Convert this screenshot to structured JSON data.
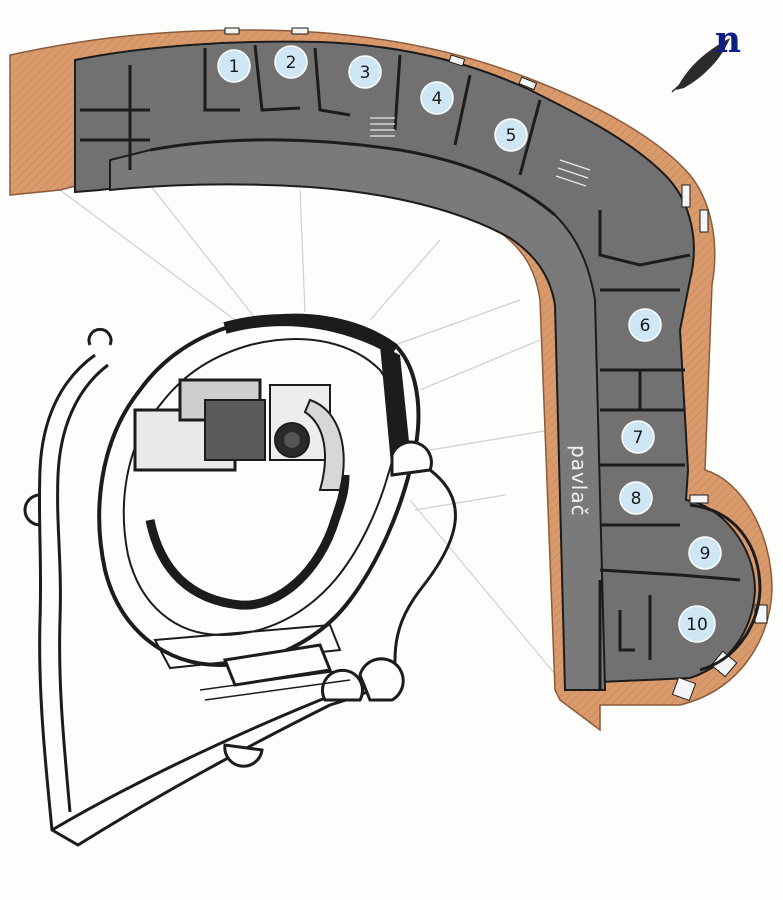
{
  "north_arrow": {
    "letter": "n",
    "icon": "feather-quill-icon"
  },
  "corridor": {
    "label": "pavlač"
  },
  "rooms": [
    {
      "number": "1"
    },
    {
      "number": "2"
    },
    {
      "number": "3"
    },
    {
      "number": "4"
    },
    {
      "number": "5"
    },
    {
      "number": "6"
    },
    {
      "number": "7"
    },
    {
      "number": "8"
    },
    {
      "number": "9"
    },
    {
      "number": "10"
    }
  ],
  "colors": {
    "wall_brick": "#d99a6c",
    "room_fill": "#6f6f6f",
    "corridor_fill": "#737373",
    "marker_fill": "#cfe6f4",
    "outline": "#1c1c1c",
    "north_letter": "#0d1f86"
  }
}
